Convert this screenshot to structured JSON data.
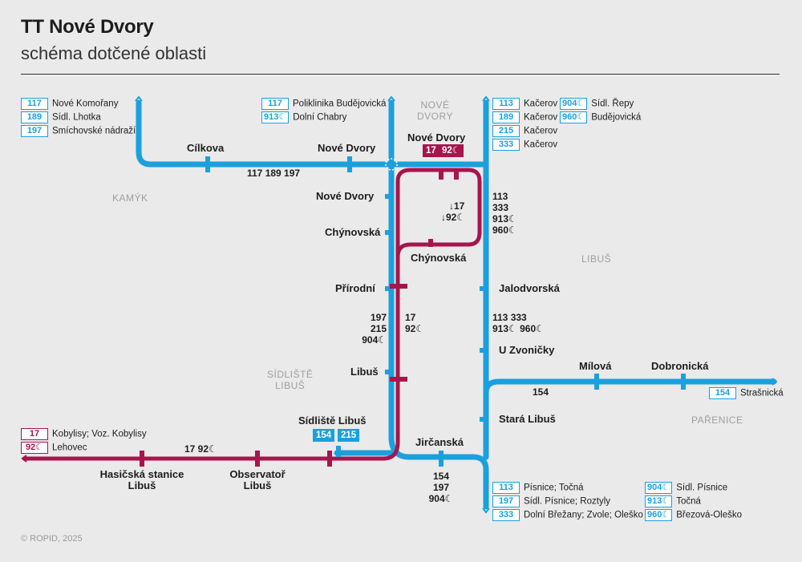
{
  "header": {
    "title": "TT Nové Dvory",
    "subtitle": "schéma dotčené oblasti"
  },
  "copyright": "© ROPID, 2025",
  "colors": {
    "bus": "#1ba0de",
    "tram": "#a7154d",
    "background": "#eaeaea",
    "area_label": "#9e9e9e"
  },
  "areas": {
    "kamyk": "KAMÝK",
    "nove_dvory": "NOVÉ\nDVORY",
    "libus": "LIBUŠ",
    "sidliste_libus": "SÍDLIŠTĚ\nLIBUŠ",
    "pabenice": "PAŘENICE"
  },
  "stops": {
    "cilkova": "Cílkova",
    "nove_dvory_w": "Nové Dvory",
    "nove_dvory_top": "Nové Dvory",
    "nove_dvory_bus": "Nové Dvory",
    "chynovska_bus": "Chýnovská",
    "chynovska_tram": "Chýnovská",
    "prirodni": "Přírodní",
    "libus": "Libuš",
    "sidliste_libus": "Sídliště Libuš",
    "jircanska": "Jirčanská",
    "jalodvorska": "Jalodvorská",
    "u_zvonicky": "U Zvoničky",
    "stara_libus": "Stará Libuš",
    "milova": "Mílová",
    "dobronicka": "Dobronická",
    "hasicska": "Hasičská stanice\nLibuš",
    "observator": "Observatoř\nLibuš"
  },
  "line_labels": {
    "top_west": "117 189 197",
    "tram_loop_a": "↓17",
    "tram_loop_b": "↓92☾",
    "east_upper": "113\n333\n913☾\n960☾",
    "mid_west": "197\n215\n904☾",
    "mid_tram": "17\n92☾",
    "east_mid_a": "113 333",
    "east_mid_b": "913☾ 960☾",
    "east_branch": "154",
    "bottom_tram": "17 92☾",
    "bottom_south": "154\n197\n904☾"
  },
  "pills": {
    "nove_dvory_17": "17",
    "nove_dvory_92": "92☾",
    "sidliste_154": "154",
    "sidliste_215": "215"
  },
  "destinations": {
    "top_left": [
      {
        "line": "117",
        "text": "Nové Komořany"
      },
      {
        "line": "189",
        "text": "Sídl. Lhotka"
      },
      {
        "line": "197",
        "text": "Smíchovské nádraží"
      }
    ],
    "top_mid": [
      {
        "line": "117",
        "text": "Poliklinika Budějovická"
      },
      {
        "line": "913☾",
        "text": "Dolní Chabry"
      }
    ],
    "top_right_a": [
      {
        "line": "113",
        "text": "Kačerov"
      },
      {
        "line": "189",
        "text": "Kačerov"
      },
      {
        "line": "215",
        "text": "Kačerov"
      },
      {
        "line": "333",
        "text": "Kačerov"
      }
    ],
    "top_right_b": [
      {
        "line": "904☾",
        "text": "Sídl. Řepy"
      },
      {
        "line": "960☾",
        "text": "Budějovická"
      }
    ],
    "east_end": [
      {
        "line": "154",
        "text": "Strašnická"
      }
    ],
    "west_tram": [
      {
        "line": "17",
        "text": "Kobylisy; Voz. Kobylisy"
      },
      {
        "line": "92☾",
        "text": "Lehovec"
      }
    ],
    "bottom_right_a": [
      {
        "line": "113",
        "text": "Písnice; Točná"
      },
      {
        "line": "197",
        "text": "Sídl. Písnice; Roztyly"
      },
      {
        "line": "333",
        "text": "Dolní Břežany; Zvole; Oleško"
      }
    ],
    "bottom_right_b": [
      {
        "line": "904☾",
        "text": "Sídl. Písnice"
      },
      {
        "line": "913☾",
        "text": "Točná"
      },
      {
        "line": "960☾",
        "text": "Březová-Oleško"
      }
    ]
  }
}
